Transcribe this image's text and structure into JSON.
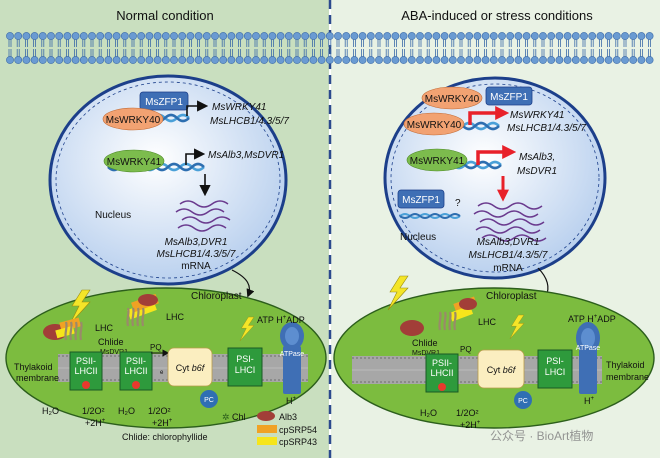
{
  "panels": {
    "left_title": "Normal condition",
    "right_title": "ABA-induced or stress conditions"
  },
  "nucleus": {
    "label": "Nucleus",
    "mszfp1": "MsZFP1",
    "mswrky40": "MsWRKY40",
    "mswrky41": "MsWRKY41",
    "target_wrky41": "MsWRKY41",
    "target_lhcb1": "MsLHCB1/4.3/5/7",
    "target_alb3_dvr1": "MsAlb3,MsDVR1",
    "target_alb3": "MsAlb3,",
    "target_dvr1": "MsDVR1",
    "mrna_line1": "MsAlb3,DVR1",
    "mrna_line2": "MsLHCB1/4.3/5/7",
    "mrna_line3": "mRNA",
    "question": "?"
  },
  "chloroplast": {
    "label": "Chloroplast",
    "lhc": "LHC",
    "chlide": "Chlide",
    "msdvr1": "MsDVR1",
    "psii_a": "PSII-",
    "psii_b": "LHCII",
    "pq": "PQ",
    "cyt_prefix": "Cyt ",
    "cyt_suffix": "b6f",
    "psi_a": "PSI-",
    "psi_b": "LHCI",
    "pc": "PC",
    "atp": "ATP",
    "hplus_top": "H",
    "adp": "ADP",
    "atpase": "ATPase",
    "hplus_bottom": "H",
    "plus": "+",
    "thylakoid_a": "Thylakoid",
    "thylakoid_b": "membrane",
    "e": "e",
    "h2o": "H₂O",
    "split_a": "1/2O²",
    "split_b": "+2H",
    "chl": "Chl"
  },
  "legend": {
    "alb3": "Alb3",
    "cpsrp54": "cpSRP54",
    "cpsrp43": "cpSRP43",
    "footnote": "Chlide: chlorophyllide"
  },
  "watermark": "公众号 · BioArt植物",
  "colors": {
    "left_bg": "#c9dfbf",
    "right_bg": "#e9f2e4",
    "divider": "#2c4a8e",
    "membrane_blue": "#6a9bd2",
    "nucleus_fill": "#cfdff3",
    "nucleus_edge": "#1c3f8a",
    "zfp1": "#3f6fb5",
    "wrky40": "#f2a272",
    "wrky41": "#7cbc4d",
    "chloro_fill": "#7cbc3f",
    "chloro_edge": "#2c5e1c",
    "psii": "#2e9a3c",
    "cyt": "#fbeec0",
    "electron": "#e8392d",
    "pc": "#2f6fb3",
    "atpase": "#3f6fb5",
    "alb3": "#a23e38",
    "cpsrp54": "#f0a224",
    "cpsrp43": "#f6e51b",
    "mrna": "#6a3a8e",
    "red_arrow": "#e8212a",
    "lightning": "#f4e528"
  }
}
